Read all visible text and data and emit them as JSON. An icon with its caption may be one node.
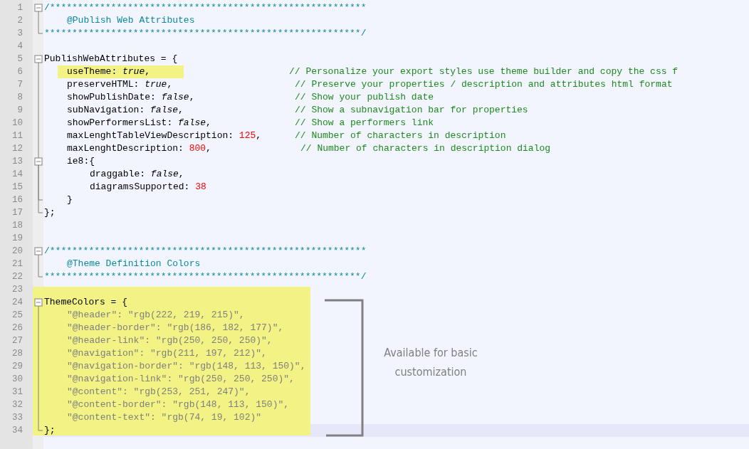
{
  "diagram": {
    "labels": [
      "1",
      "/*********************************************************",
      "2",
      "@Publish Web Attributes",
      "3",
      "*********************************************************/",
      "4",
      "5",
      "PublishWebAttributes = {",
      "6",
      "useTheme: *true*,",
      "// Personalize your export styles use theme builder and copy the css f",
      "7",
      "preserveHTML: *true*,",
      "// Preserve your properties / description and attributes html format",
      "8",
      "showPublishDate: *false*,",
      "// Show your publish date",
      "9",
      "subNavigation: *false*,",
      "// Show a subnavigation bar for properties",
      "10",
      "showPerformersList: *false*,",
      "// Show a performers link",
      "11",
      "maxLenghtTableViewDescription: 125,",
      "// Number of characters in description",
      "12",
      "maxLenghtDescription: 800,",
      "// Number of characters in description dialog",
      "13",
      "ie8:{",
      "14",
      "draggable: *false*,",
      "15",
      "diagramsSupported: 38",
      "16",
      "}",
      "17",
      "};",
      "18",
      "19",
      "20",
      "/*********************************************************",
      "21",
      "@Theme Definition Colors",
      "22",
      "*********************************************************/",
      "23",
      "24",
      "ThemeColors = {",
      "25",
      "\"@header\": \"rgb(222, 219, 215)\",",
      "26",
      "\"@header-border\": \"rgb(186, 182, 177)\",",
      "27",
      "\"@header-link\": \"rgb(250, 250, 250)\",",
      "28",
      "\"@navigation\": \"rgb(211, 197, 212)\",",
      "29",
      "\"@navigation-border\": \"rgb(148, 113, 150)\",",
      "30",
      "\"@navigation-link\": \"rgb(250, 250, 250)\",",
      "31",
      "\"@content\": \"rgb(253, 251, 247)\",",
      "32",
      "\"@content-border\": \"rgb(148, 113, 150)\",",
      "33",
      "\"@content-text\": \"rgb(74, 19, 102)\"",
      "34",
      "};",
      "Available for basic customization"
    ]
  }
}
